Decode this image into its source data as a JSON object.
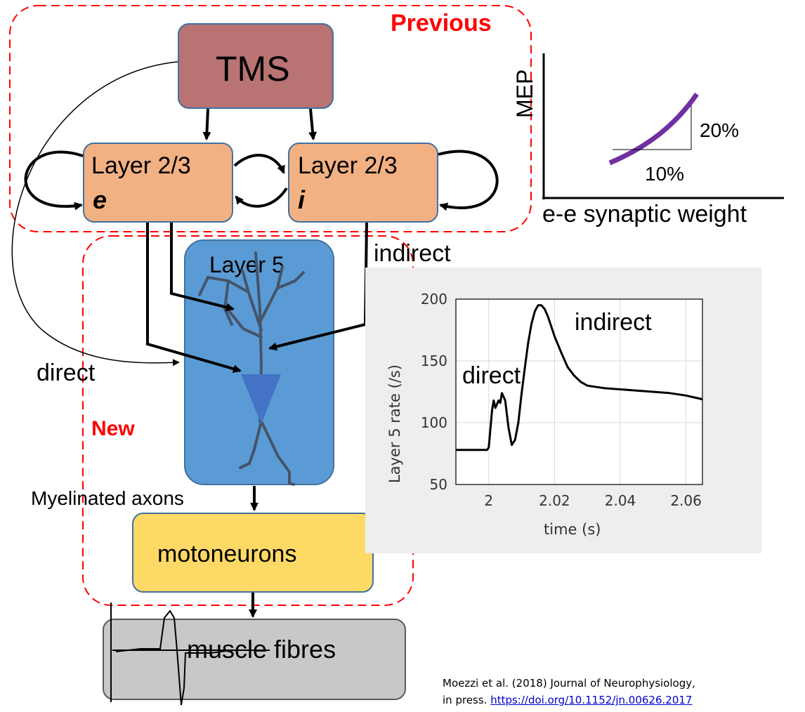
{
  "regions": {
    "previous_label": "Previous",
    "new_label": "New"
  },
  "nodes": {
    "tms": "TMS",
    "layer23e_line1": "Layer 2/3",
    "layer23e_line2": "e",
    "layer23i_line1": "Layer 2/3",
    "layer23i_line2": "i",
    "layer5": "Layer 5",
    "motoneurons": "motoneurons",
    "muscle_fibres": "muscle fibres"
  },
  "edge_labels": {
    "indirect": "indirect",
    "direct": "direct",
    "myelinated_axons": "Myelinated axons"
  },
  "mep_plot": {
    "ylabel": "MEP",
    "xlabel": "e-e synaptic weight",
    "dy_label": "20%",
    "dx_label": "10%"
  },
  "colors": {
    "tms": "#b87372",
    "layer23": "#f2b183",
    "layer5": "#5b9bd5",
    "motoneurons": "#ffd966",
    "muscle": "#c8c8c8",
    "region_border": "#ff0000",
    "mep_curve": "#7030a0"
  },
  "chart_data": {
    "type": "line",
    "xlabel": "time (s)",
    "ylabel": "Layer 5 rate (/s)",
    "x_ticks": [
      "2",
      "2.02",
      "2.04",
      "2.06"
    ],
    "y_ticks": [
      "50",
      "100",
      "150",
      "200"
    ],
    "xlim": [
      1.99,
      2.065
    ],
    "ylim": [
      50,
      200
    ],
    "grid": true,
    "annotations": [
      "indirect",
      "direct"
    ],
    "x": [
      1.99,
      1.9995,
      2.0,
      2.001,
      2.0015,
      2.002,
      2.003,
      2.0035,
      2.004,
      2.005,
      2.006,
      2.007,
      2.008,
      2.009,
      2.01,
      2.011,
      2.012,
      2.013,
      2.014,
      2.015,
      2.016,
      2.017,
      2.018,
      2.019,
      2.02,
      2.022,
      2.024,
      2.026,
      2.028,
      2.03,
      2.035,
      2.04,
      2.045,
      2.05,
      2.055,
      2.06,
      2.065
    ],
    "y": [
      78,
      78,
      80,
      110,
      118,
      112,
      118,
      116,
      124,
      118,
      96,
      82,
      86,
      100,
      124,
      145,
      165,
      180,
      190,
      195,
      195,
      192,
      186,
      178,
      170,
      157,
      145,
      138,
      133,
      130,
      128,
      127,
      126,
      125,
      124,
      122,
      119
    ]
  },
  "citation": {
    "text": "Moezzi et al. (2018) Journal of Neurophysiology,",
    "text2": "in press. ",
    "link": "https://doi.org/10.1152/jn.00626.2017"
  }
}
